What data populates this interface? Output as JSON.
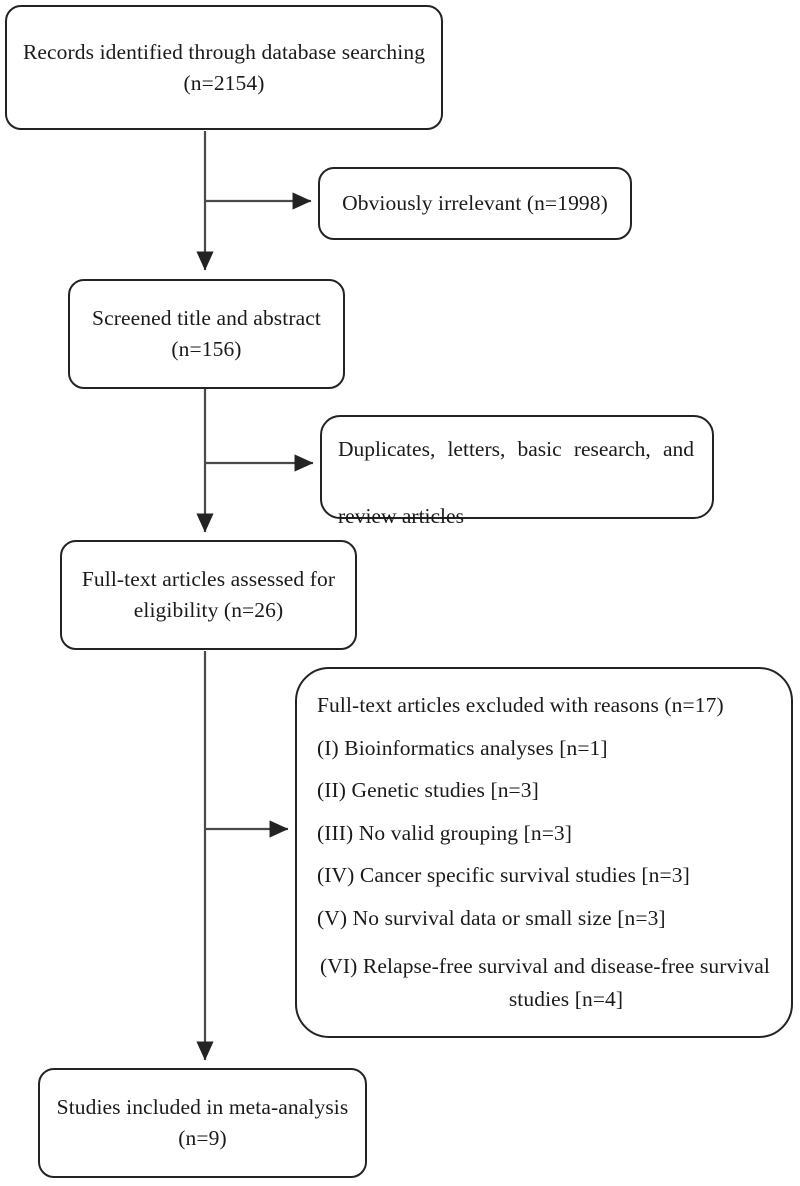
{
  "diagram": {
    "type": "prisma-flow-diagram",
    "title": "Study selection flow",
    "stroke_color": "#232323",
    "background_color": "#ffffff",
    "text_color": "#1a1a1a"
  },
  "nodes": {
    "identified": {
      "id": "records-identified",
      "line1": "Records identified through database searching",
      "line2": "(n=2154)",
      "count": 2154
    },
    "irrelevant": {
      "id": "obviously-irrelevant",
      "line1": "Obviously irrelevant (n=1998)",
      "count": 1998
    },
    "screened": {
      "id": "screened-title-abstract",
      "line1": "Screened title and abstract",
      "line2": "(n=156)",
      "count": 156
    },
    "duplicates": {
      "id": "duplicates-letters-basic-research",
      "line1": "Duplicates, letters, basic research, and",
      "line2": "review articles"
    },
    "fulltext": {
      "id": "full-text-assessed",
      "line1": "Full-text articles assessed for",
      "line2": "eligibility (n=26)",
      "count": 26
    },
    "excluded": {
      "id": "full-text-excluded",
      "heading": "Full-text articles excluded with reasons (n=17)",
      "count": 17,
      "reasons": [
        {
          "label": "(I) Bioinformatics analyses [n=1]",
          "n": 1
        },
        {
          "label": "(II) Genetic studies [n=3]",
          "n": 3
        },
        {
          "label": "(III) No valid grouping [n=3]",
          "n": 3
        },
        {
          "label": "(IV) Cancer specific survival studies [n=3]",
          "n": 3
        },
        {
          "label": "(V) No survival data or small size [n=3]",
          "n": 3
        }
      ],
      "reason6_part1": "(VI) Relapse-free survival and disease-free survival",
      "reason6_part2": "studies [n=4]",
      "reason6_n": 4
    },
    "included": {
      "id": "studies-included",
      "line1": "Studies included in meta-analysis",
      "line2": "(n=9)",
      "count": 9
    }
  },
  "connectors": [
    {
      "name": "identified-to-screened",
      "from": "identified",
      "to": "screened",
      "orientation": "vertical"
    },
    {
      "name": "spine-to-irrelevant",
      "from": "spine",
      "to": "irrelevant",
      "orientation": "horizontal"
    },
    {
      "name": "screened-to-fulltext",
      "from": "screened",
      "to": "fulltext",
      "orientation": "vertical"
    },
    {
      "name": "spine-to-duplicates",
      "from": "spine",
      "to": "duplicates",
      "orientation": "horizontal"
    },
    {
      "name": "fulltext-to-included",
      "from": "fulltext",
      "to": "included",
      "orientation": "vertical"
    },
    {
      "name": "spine-to-excluded",
      "from": "spine",
      "to": "excluded",
      "orientation": "horizontal"
    }
  ]
}
